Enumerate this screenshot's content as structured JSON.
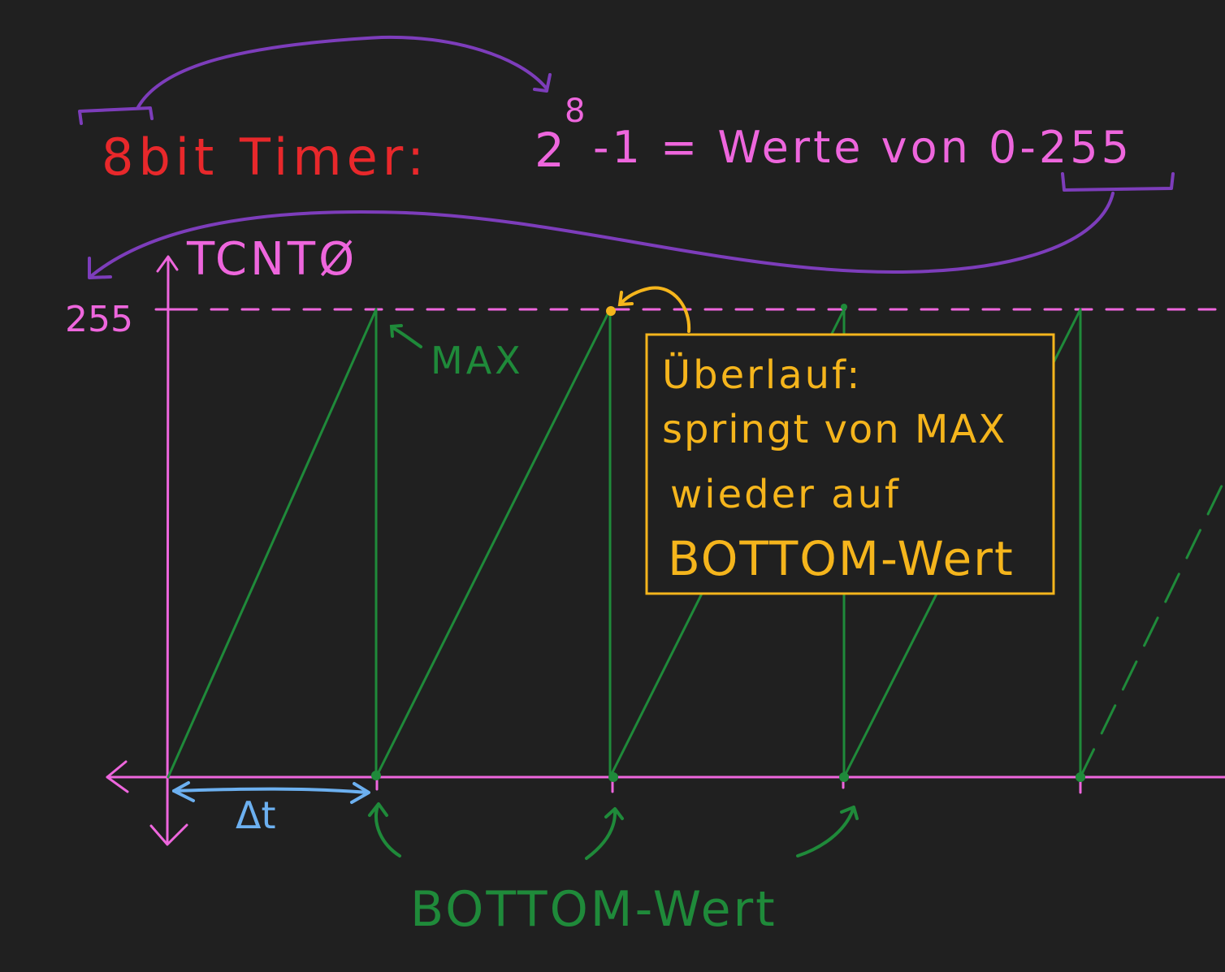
{
  "colors": {
    "background": "#202020",
    "red": "#e8282b",
    "pink": "#ee66dd",
    "purple": "#7d3dbb",
    "green": "#1f8a3a",
    "orange": "#f5b51c",
    "blue": "#6cb0f0"
  },
  "header": {
    "timer_label": "8bit Timer:",
    "formula_base": "2",
    "formula_exponent": "8",
    "formula_rest": "-1 = Werte von 0-255"
  },
  "axis": {
    "y_label": "TCNTØ",
    "max_tick_label": "255",
    "delta_label": "Δt"
  },
  "annotations": {
    "max_label": "MAX",
    "overflow_box": {
      "line1": "Überlauf:",
      "line2": "springt von MAX",
      "line3": "wieder auf",
      "line4": "BOTTOM-Wert"
    },
    "bottom_label": "BOTTOM-Wert"
  }
}
